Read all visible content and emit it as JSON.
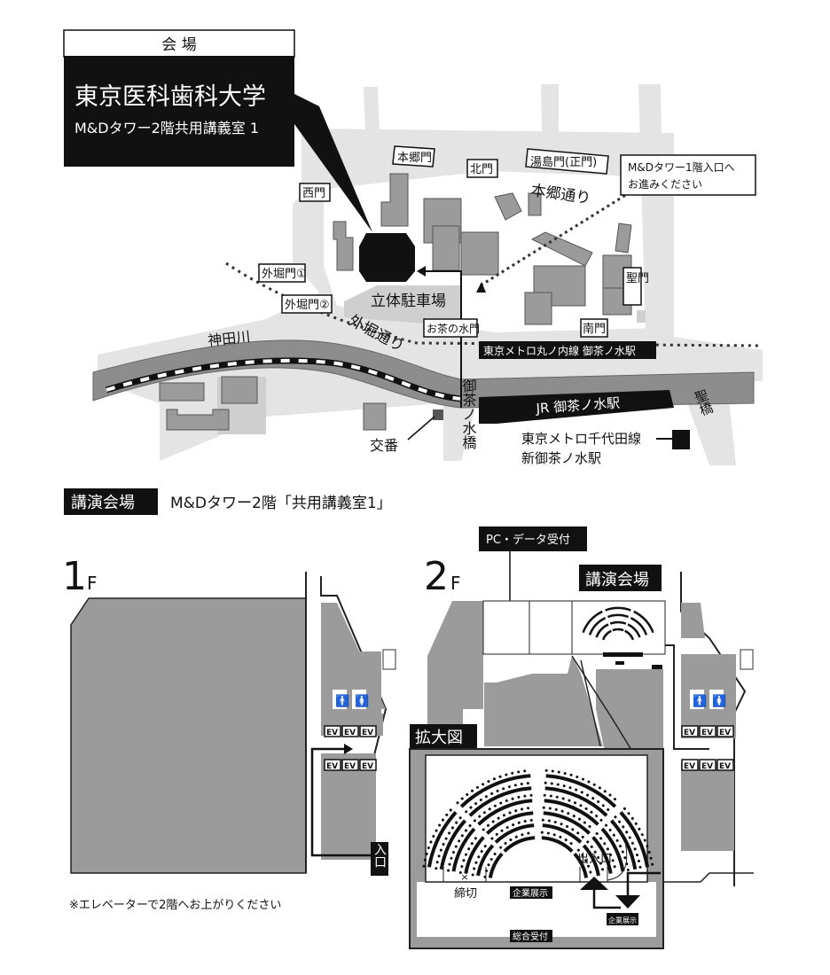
{
  "venue_box": {
    "header": "会 場",
    "name": "東京医科歯科大学",
    "room": "M&Dタワー2階共用講義室 1"
  },
  "map": {
    "gates": {
      "hongo": "本郷門",
      "kita": "北門",
      "yushima": "湯島門(正門)",
      "nishi": "西門",
      "sotobori1": "外堀門①",
      "sotobori2": "外堀門②",
      "ochanomizu": "お茶の水門",
      "minami": "南門",
      "hijiri": "聖門"
    },
    "note_line1": "M&Dタワー1階入口へ",
    "note_line2": "お進みください",
    "hongo_dori": "本郷通り",
    "sotobori_dori": "外堀通り",
    "parking": "立体駐車場",
    "river": "神田川",
    "marunouchi": "東京メトロ丸ノ内線 御茶ノ水駅",
    "jr": "JR 御茶ノ水駅",
    "bridge_ocha": "御茶ノ水橋",
    "bridge_hijiri": "聖橋",
    "koban": "交番",
    "chiyoda_line1": "東京メトロ千代田線",
    "chiyoda_line2": "新御茶ノ水駅"
  },
  "floor_section": {
    "badge": "講演会場",
    "title": "M&Dタワー2階「共用講義室1」"
  },
  "floor1": {
    "label_num": "1",
    "label_f": "F",
    "ev": [
      "EV",
      "EV",
      "EV",
      "EV",
      "EV",
      "EV"
    ],
    "entrance": "入口",
    "note": "※エレベーターで2階へお上がりください"
  },
  "floor2": {
    "label_num": "2",
    "label_f": "F",
    "pc_desk": "PC・データ受付",
    "hall": "講演会場",
    "ev": [
      "EV",
      "EV",
      "EV",
      "EV",
      "EV",
      "EV"
    ],
    "zoom_label": "拡大図",
    "exit": "出入口",
    "closed_mark": "×",
    "closed": "締切",
    "exhibit1": "企業展示",
    "exhibit2": "企業展示",
    "reception": "総合受付"
  }
}
